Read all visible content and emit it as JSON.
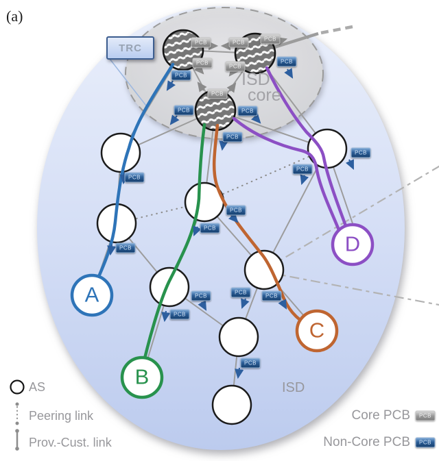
{
  "figure_label": "(a)",
  "trc": {
    "label": "TRC"
  },
  "core_region": {
    "label_line1": "ISD",
    "label_line2": "core"
  },
  "isd_region": {
    "label": "ISD"
  },
  "pcb": {
    "label": "PCB"
  },
  "endpoints": {
    "a": {
      "label": "A",
      "color": "#2e74b8"
    },
    "b": {
      "label": "B",
      "color": "#28924d"
    },
    "c": {
      "label": "C",
      "color": "#bf6531"
    },
    "d": {
      "label": "D",
      "color": "#8c4fc4"
    }
  },
  "legend": {
    "as_label": "AS",
    "peering_label": "Peering link",
    "prov_cust_label": "Prov.-Cust. link",
    "core_pcb_label": "Core PCB",
    "non_core_pcb_label": "Non-Core PCB"
  },
  "colors": {
    "path_a": "#2e74b8",
    "path_b": "#28924d",
    "path_c": "#bf6531",
    "path_d": "#8c4fc4",
    "link_gray": "#9c9c9c",
    "non_core_arrow": "#2d5f9f",
    "core_arrow": "#8a8a8a",
    "isd_fill_top": "#e9eefb",
    "isd_fill_bottom": "#bdccef",
    "core_fill": "#d9d9db"
  }
}
